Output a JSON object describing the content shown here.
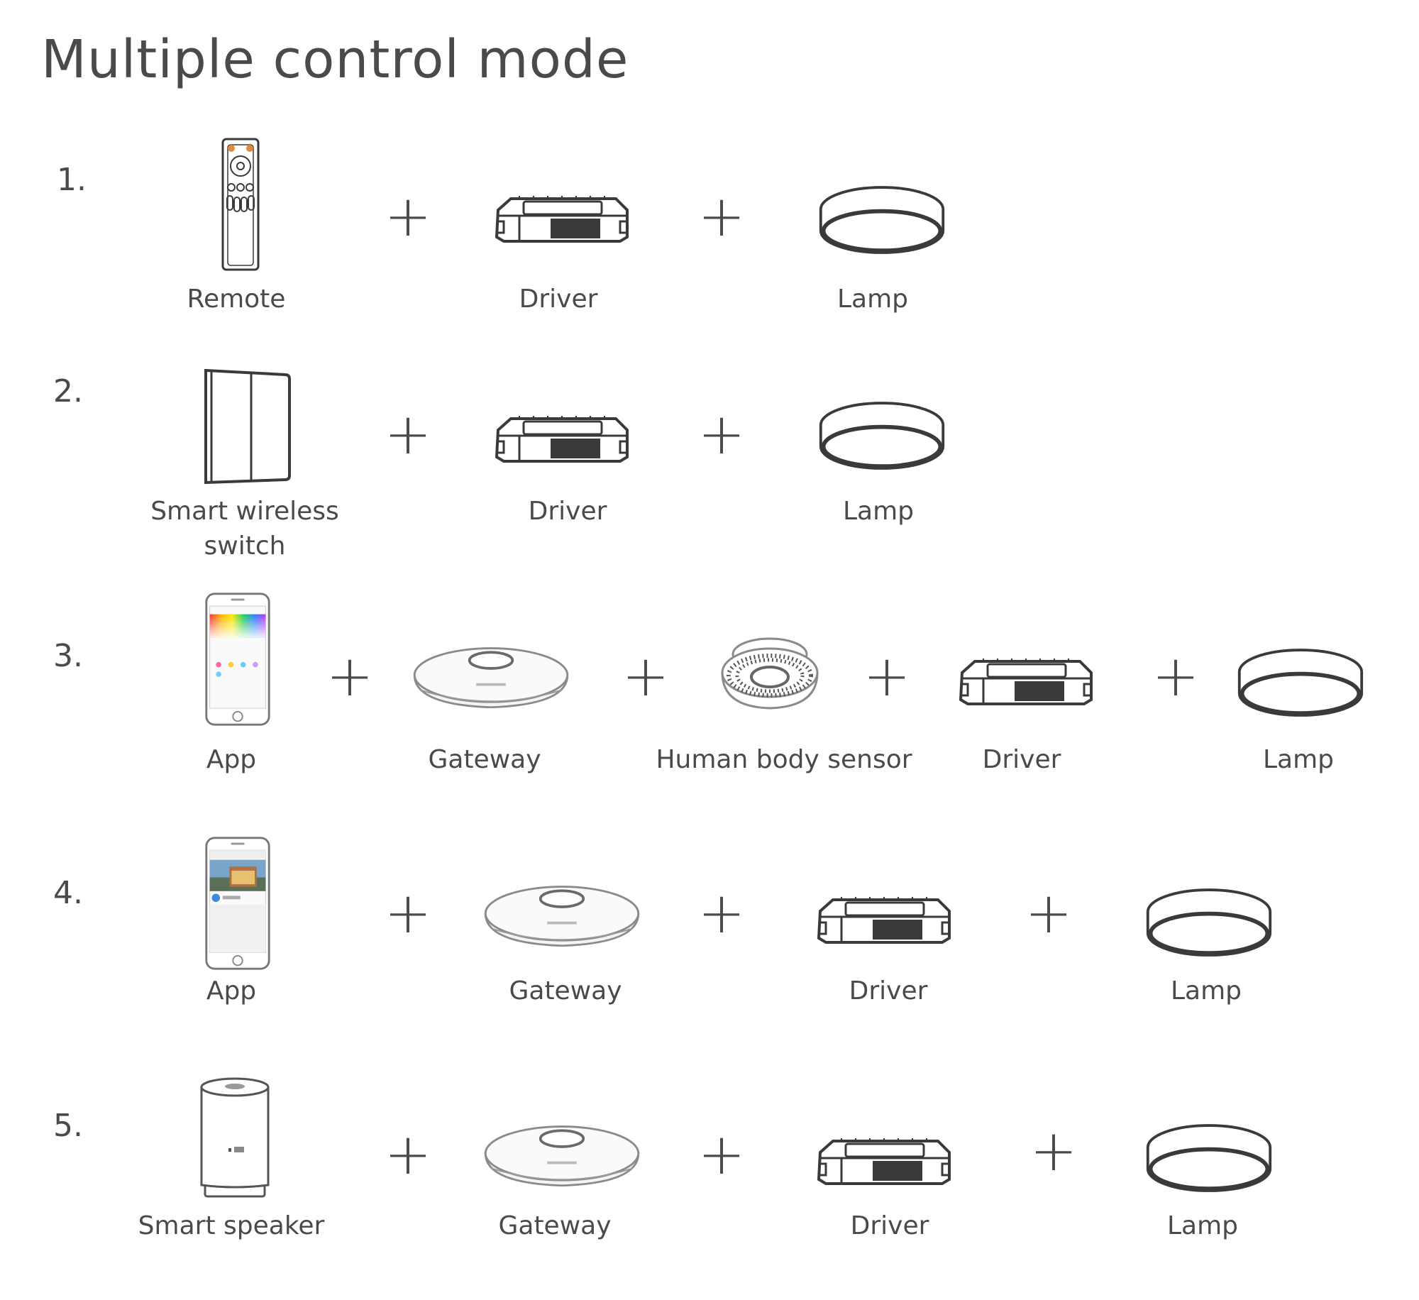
{
  "title": "Multiple control mode",
  "rows": [
    {
      "number": "1.",
      "labels": [
        "Remote",
        "Driver",
        "Lamp"
      ]
    },
    {
      "number": "2.",
      "labels": [
        "Smart wireless",
        "switch",
        "Driver",
        "Lamp"
      ]
    },
    {
      "number": "3.",
      "labels": [
        "App",
        "Gateway",
        "Human body sensor",
        "Driver",
        "Lamp"
      ]
    },
    {
      "number": "4.",
      "labels": [
        "App",
        "Gateway",
        "Driver",
        "Lamp"
      ]
    },
    {
      "number": "5.",
      "labels": [
        "Smart speaker",
        "Gateway",
        "Driver",
        "Lamp"
      ]
    }
  ],
  "plus_sign": "+",
  "icons": [
    "remote-icon",
    "driver-icon",
    "lamp-icon",
    "wall-switch-icon",
    "phone-app-icon",
    "gateway-icon",
    "sensor-icon",
    "smart-speaker-icon"
  ],
  "colors": {
    "text": "#4a4a4a",
    "line": "#3a3a3a",
    "background": "#ffffff"
  }
}
